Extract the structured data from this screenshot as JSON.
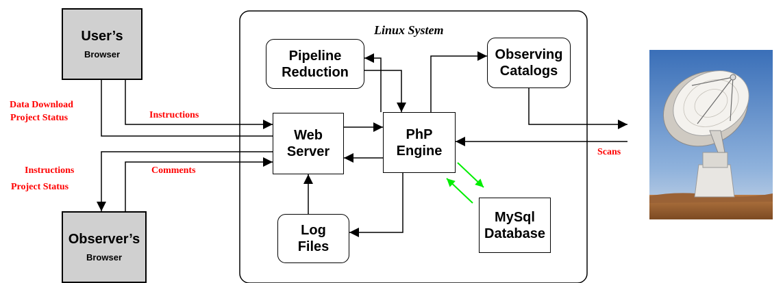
{
  "system": {
    "title": "Linux System"
  },
  "nodes": {
    "users_browser": {
      "title": "User’s",
      "subtitle": "Browser"
    },
    "observers_browser": {
      "title": "Observer’s",
      "subtitle": "Browser"
    },
    "pipeline": {
      "line1": "Pipeline",
      "line2": "Reduction"
    },
    "catalogs": {
      "line1": "Observing",
      "line2": "Catalogs"
    },
    "web_server": {
      "line1": "Web",
      "line2": "Server"
    },
    "php_engine": {
      "line1": "PhP",
      "line2": "Engine"
    },
    "log_files": {
      "line1": "Log",
      "line2": "Files"
    },
    "mysql": {
      "line1": "MySql",
      "line2": "Database"
    }
  },
  "labels": {
    "data_download": "Data Download",
    "project_status_top": "Project Status",
    "instructions_top": "Instructions",
    "instructions_left": "Instructions",
    "project_status_bottom": "Project Status",
    "comments": "Comments",
    "scans": "Scans"
  },
  "colors": {
    "label_red": "#ff0000",
    "db_arrow_green": "#00ee00",
    "browser_gray": "#d0d0d0"
  },
  "image": {
    "subject": "radio-telescope-dish"
  }
}
